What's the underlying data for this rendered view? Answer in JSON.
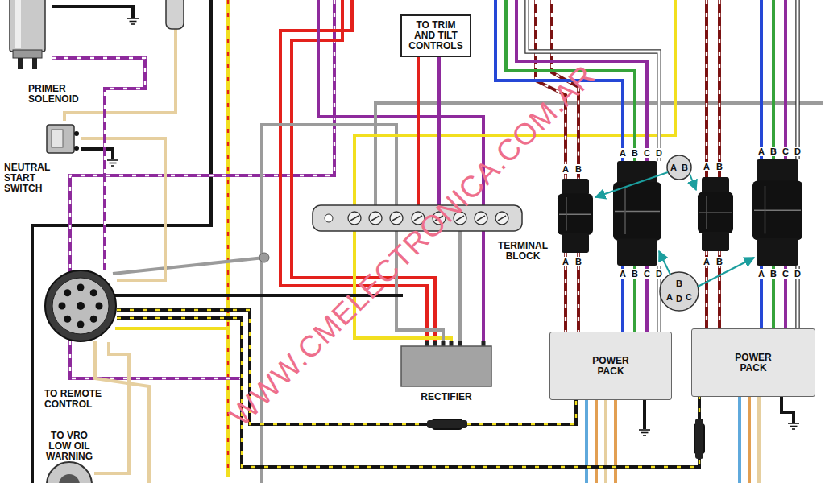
{
  "diagram": {
    "nodes": [
      {
        "text": [
          "PRIMER SOLENOID"
        ]
      },
      {
        "text": [
          "TO TRIM AND TILT CONTROLS"
        ]
      },
      {
        "text": [
          "NEUTRAL START SWITCH"
        ]
      },
      {
        "text": [
          "TERMINAL BLOCK"
        ]
      },
      {
        "text": [
          "TO REMOTE CONTROL"
        ]
      },
      {
        "text": [
          "RECTIFIER"
        ]
      },
      {
        "text": [
          "POWER PACK"
        ]
      },
      {
        "text": [
          "POWER PACK"
        ]
      },
      {
        "text": [
          "TO VRO LOW OIL WARNING"
        ]
      }
    ],
    "edges": [
      {
        "from": 1,
        "to": 3,
        "arrow": "none"
      },
      {
        "from": 1,
        "to": 3,
        "arrow": "none"
      },
      {
        "from": 5,
        "to": 3,
        "arrow": "none"
      },
      {
        "from": 4,
        "to": 6,
        "arrow": "none"
      },
      {
        "from": 4,
        "to": 7,
        "arrow": "none"
      },
      {
        "from": 2,
        "to": 4,
        "arrow": "none"
      },
      {
        "from": 0,
        "to": 4,
        "arrow": "none"
      },
      {
        "from": 8,
        "to": 4,
        "arrow": "none"
      }
    ],
    "labels": [
      "A",
      "B",
      "A",
      "B",
      "A",
      "B",
      "C",
      "D",
      "A",
      "B",
      "C",
      "D",
      "A",
      "B",
      "A",
      "B",
      "A",
      "B",
      "C",
      "D",
      "A",
      "B",
      "C",
      "D",
      "A",
      "B",
      "B",
      "A",
      "D",
      "C",
      "WWW.CMELECTRONICA.COM.AR"
    ]
  }
}
